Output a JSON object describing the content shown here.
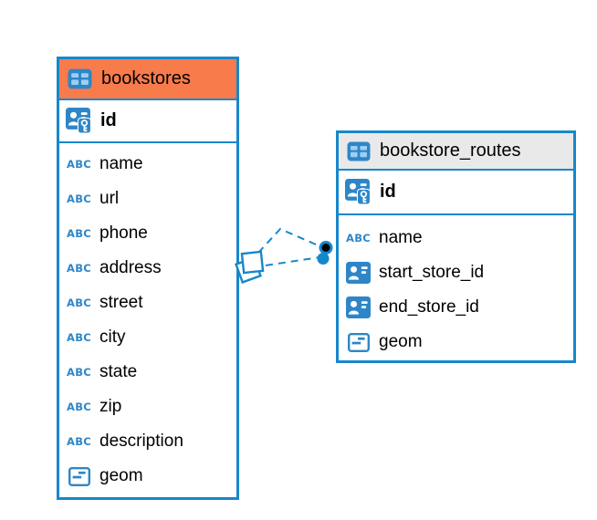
{
  "diagram": {
    "tables": [
      {
        "name": "bookstores",
        "header_icon": "table-icon",
        "header_color": "#F87B4C",
        "state": "selected",
        "primary_key": {
          "name": "id",
          "icon": "primary-key-icon"
        },
        "columns": [
          {
            "name": "name",
            "icon": "text-type-icon"
          },
          {
            "name": "url",
            "icon": "text-type-icon"
          },
          {
            "name": "phone",
            "icon": "text-type-icon"
          },
          {
            "name": "address",
            "icon": "text-type-icon"
          },
          {
            "name": "street",
            "icon": "text-type-icon"
          },
          {
            "name": "city",
            "icon": "text-type-icon"
          },
          {
            "name": "state",
            "icon": "text-type-icon"
          },
          {
            "name": "zip",
            "icon": "text-type-icon"
          },
          {
            "name": "description",
            "icon": "text-type-icon"
          },
          {
            "name": "geom",
            "icon": "struct-type-icon"
          }
        ]
      },
      {
        "name": "bookstore_routes",
        "header_icon": "table-icon",
        "header_color": "#E9E9E9",
        "state": "default",
        "primary_key": {
          "name": "id",
          "icon": "primary-key-icon"
        },
        "columns": [
          {
            "name": "name",
            "icon": "text-type-icon"
          },
          {
            "name": "start_store_id",
            "icon": "reference-id-icon"
          },
          {
            "name": "end_store_id",
            "icon": "reference-id-icon"
          },
          {
            "name": "geom",
            "icon": "struct-type-icon"
          }
        ]
      }
    ],
    "relationships": [
      {
        "from": "bookstores",
        "to": "bookstore_routes",
        "style": "dashed"
      },
      {
        "from": "bookstores",
        "to": "bookstore_routes",
        "style": "dashed"
      }
    ],
    "icon_glyphs": {
      "text": "ABC"
    },
    "colors": {
      "accent_blue": "#1787CB",
      "selected_header_orange": "#F87B4C",
      "header_gray": "#E9E9E9",
      "icon_blue": "#2E86C8",
      "icon_light_blue": "#9ECFF2",
      "text": "#000000",
      "background": "#FFFFFF"
    }
  }
}
